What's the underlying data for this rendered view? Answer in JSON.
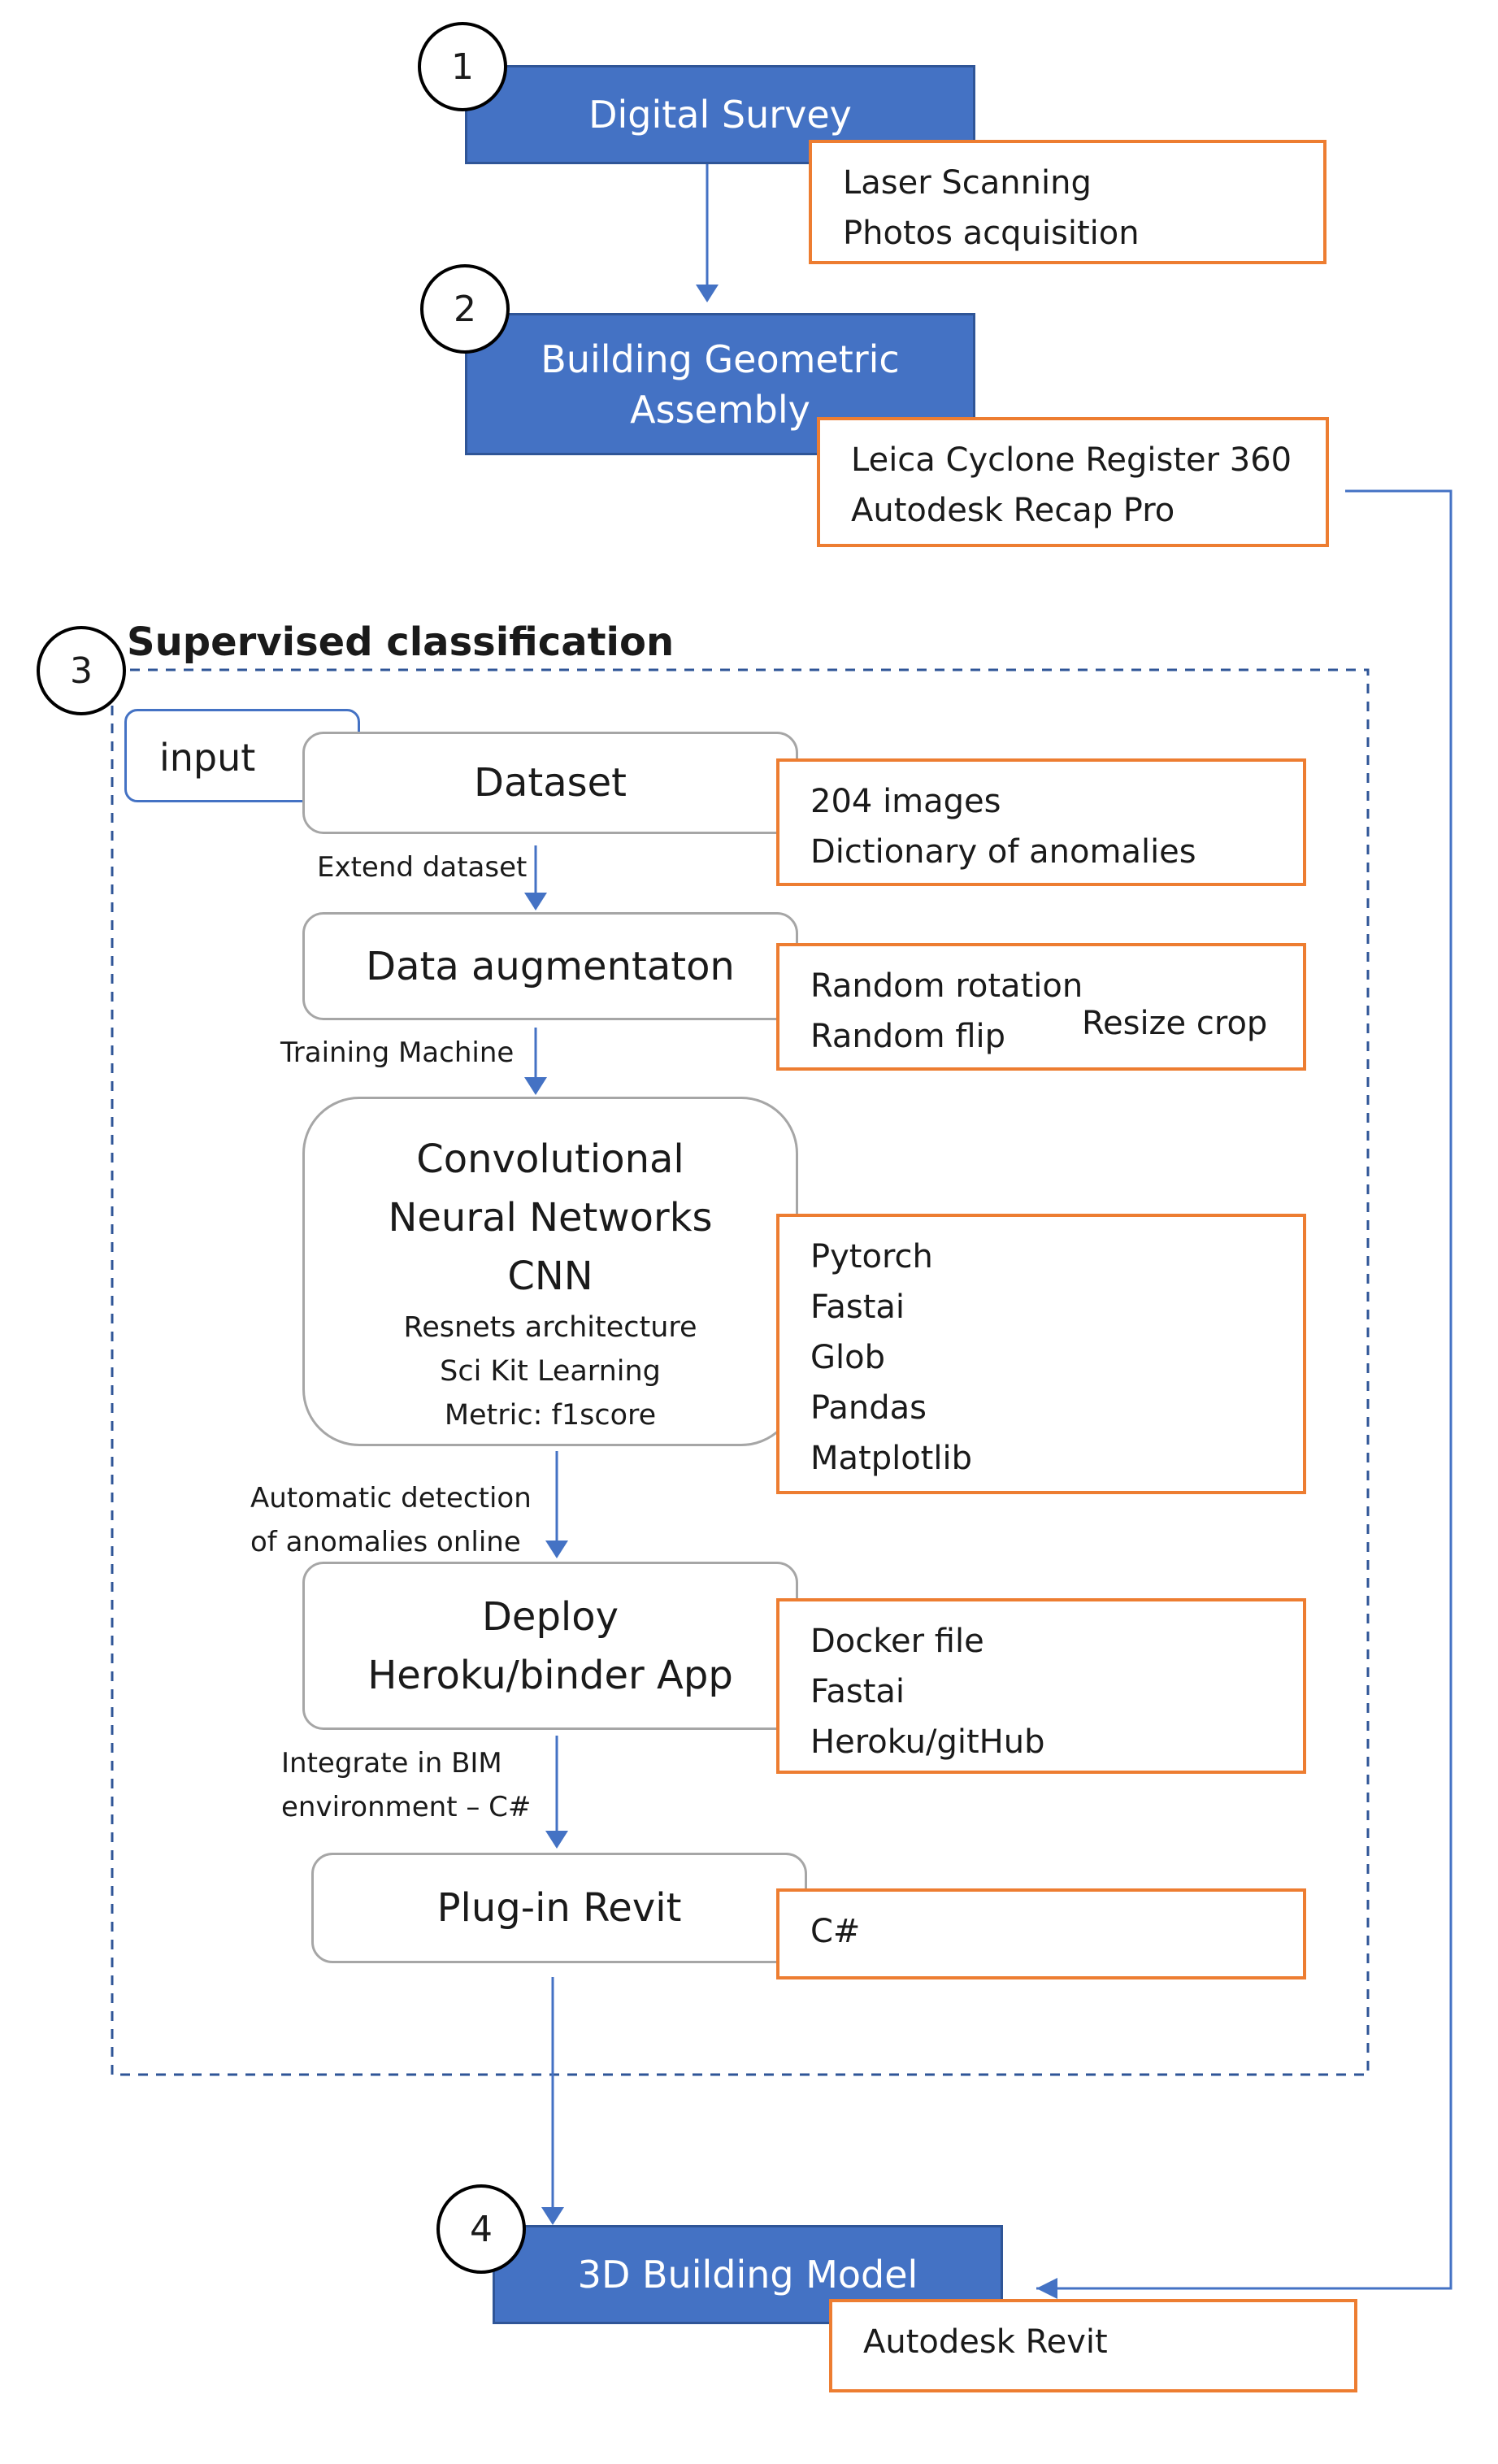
{
  "stages": [
    {
      "number": "1",
      "title": "Digital Survey",
      "notes": [
        "Laser Scanning",
        "Photos acquisition"
      ]
    },
    {
      "number": "2",
      "title_lines": [
        "Building Geometric",
        "Assembly"
      ],
      "notes": [
        "Leica Cyclone Register 360",
        "Autodesk Recap Pro"
      ]
    },
    {
      "number": "3",
      "title": "Supervised classification"
    },
    {
      "number": "4",
      "title": "3D Building Model",
      "notes": [
        "Autodesk Revit"
      ]
    }
  ],
  "input_label": "input",
  "steps": [
    {
      "title_lines": [
        "Dataset"
      ],
      "sub_lines": [],
      "notes": [
        "204 images",
        "Dictionary of anomalies"
      ]
    },
    {
      "title_lines": [
        "Data augmentaton"
      ],
      "sub_lines": [],
      "notes": [
        "Random rotation",
        "Random flip"
      ],
      "note_extra": "Resize crop"
    },
    {
      "title_lines": [
        "Convolutional",
        "Neural Networks",
        "CNN"
      ],
      "sub_lines": [
        "Resnets architecture",
        "Sci Kit Learning",
        "Metric: f1score"
      ],
      "notes": [
        "Pytorch",
        "Fastai",
        "Glob",
        "Pandas",
        "Matplotlib"
      ]
    },
    {
      "title_lines": [
        "Deploy",
        "Heroku/binder App"
      ],
      "sub_lines": [],
      "notes": [
        "Docker file",
        "Fastai",
        "Heroku/gitHub"
      ]
    },
    {
      "title_lines": [
        "Plug-in Revit"
      ],
      "sub_lines": [],
      "notes": [
        "C#"
      ]
    }
  ],
  "edges": {
    "extend": [
      "Extend dataset"
    ],
    "training": [
      "Training Machine"
    ],
    "detection": [
      "Automatic detection",
      "of anomalies online"
    ],
    "integrate": [
      "Integrate in BIM",
      "environment – C#"
    ]
  },
  "colors": {
    "stage_fill": "#4472c4",
    "note_border": "#ed7d31",
    "connector": "#4472c4",
    "step_border": "#a6a6a6",
    "dash": "#2f5597"
  }
}
